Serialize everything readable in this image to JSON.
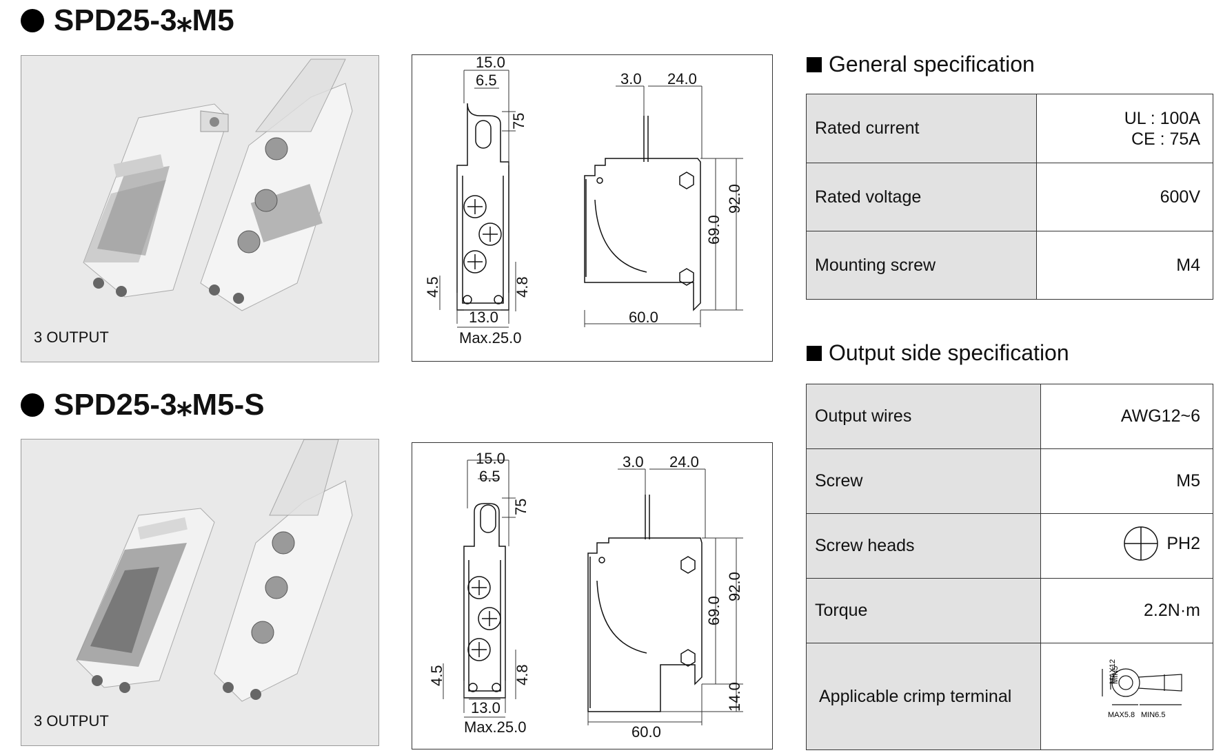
{
  "models": [
    {
      "title": "SPD25-3⁎M5",
      "caption": "3 OUTPUT",
      "dims": {
        "w15": "15.0",
        "w65": "6.5",
        "h75": "75",
        "h45": "4.5",
        "h48": "4.8",
        "w13": "13.0",
        "max25": "Max.25.0",
        "d3": "3.0",
        "d24": "24.0",
        "h69": "69.0",
        "h92": "92.0",
        "w60": "60.0"
      }
    },
    {
      "title": "SPD25-3⁎M5-S",
      "caption": "3 OUTPUT",
      "dims": {
        "w15": "15.0",
        "w65": "6.5",
        "h75": "75",
        "h45": "4.5",
        "h48": "4.8",
        "w13": "13.0",
        "max25": "Max.25.0",
        "d3": "3.0",
        "d24": "24.0",
        "h69": "69.0",
        "h92": "92.0",
        "w60": "60.0",
        "h14": "14.0"
      }
    }
  ],
  "general": {
    "heading": "General specification",
    "rows": [
      {
        "label": "Rated current",
        "value_lines": [
          "UL : 100A",
          "CE : 75A"
        ]
      },
      {
        "label": "Rated voltage",
        "value": "600V"
      },
      {
        "label": "Mounting screw",
        "value": "M4"
      }
    ]
  },
  "output": {
    "heading": "Output side specification",
    "rows": [
      {
        "label": "Output wires",
        "value": "AWG12~6"
      },
      {
        "label": "Screw",
        "value": "M5"
      },
      {
        "label": "Screw heads",
        "value": "PH2",
        "icon": "phillips-head-icon"
      },
      {
        "label": "Torque",
        "value": "2.2N·m"
      },
      {
        "label": "Applicable crimp terminal",
        "value": "",
        "terminal": {
          "max12": "MAX12",
          "min5": "MIN5",
          "max58": "MAX5.8",
          "min65": "MIN6.5"
        }
      }
    ]
  }
}
